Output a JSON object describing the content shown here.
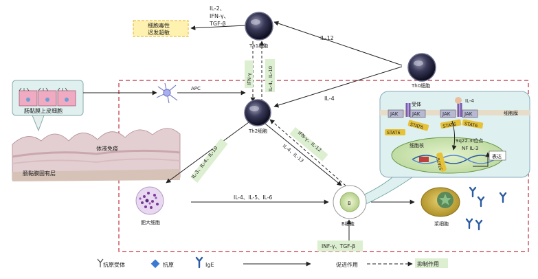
{
  "cells": {
    "th0": "Th0细胞",
    "th1": "Th1细胞",
    "th2": "Th2细胞",
    "b": "B细胞",
    "b_inner": "B",
    "mast": "肥大细胞",
    "plasma": "浆细胞",
    "apc": "APC"
  },
  "tissue": {
    "epithelium": "肠黏膜上皮细胞",
    "lamina": "肠黏膜固有层",
    "immune": "体液免疫"
  },
  "delayed_hypersensitivity": [
    "细胞毒性",
    "迟发超敏"
  ],
  "cytokines": {
    "th1_out": [
      "IL-2、",
      "IFN-γ、",
      "TGF-β"
    ],
    "il12": "IL-12",
    "il4": "IL-4",
    "ifn_gamma": "IFN-γ",
    "il4_il10": "IL-4、IL-10",
    "ifn_il12": "IFN-γ、IL-12",
    "il4_il13": "IL-4、IL-13",
    "il3_il4_il10": "IL-3、IL-4、IL-10",
    "il4_il5_il6": "IL-4、IL-5、IL-6",
    "inf_tgf": "INF-γ、TGF-β"
  },
  "signaling": {
    "receptor": "受体",
    "il4": "IL-4",
    "membrane": "细胞膜",
    "jak": "JAK",
    "stat6": "STAT6",
    "nucleus": "细胞核",
    "locus": "9q22.3l位点",
    "nfil3": "NF IL-3",
    "express": "表达"
  },
  "legend": {
    "receptor": "抗原受体",
    "antigen": "抗原",
    "ige": "IgE",
    "promote": "促进作用",
    "inhibit": "抑制作用"
  }
}
